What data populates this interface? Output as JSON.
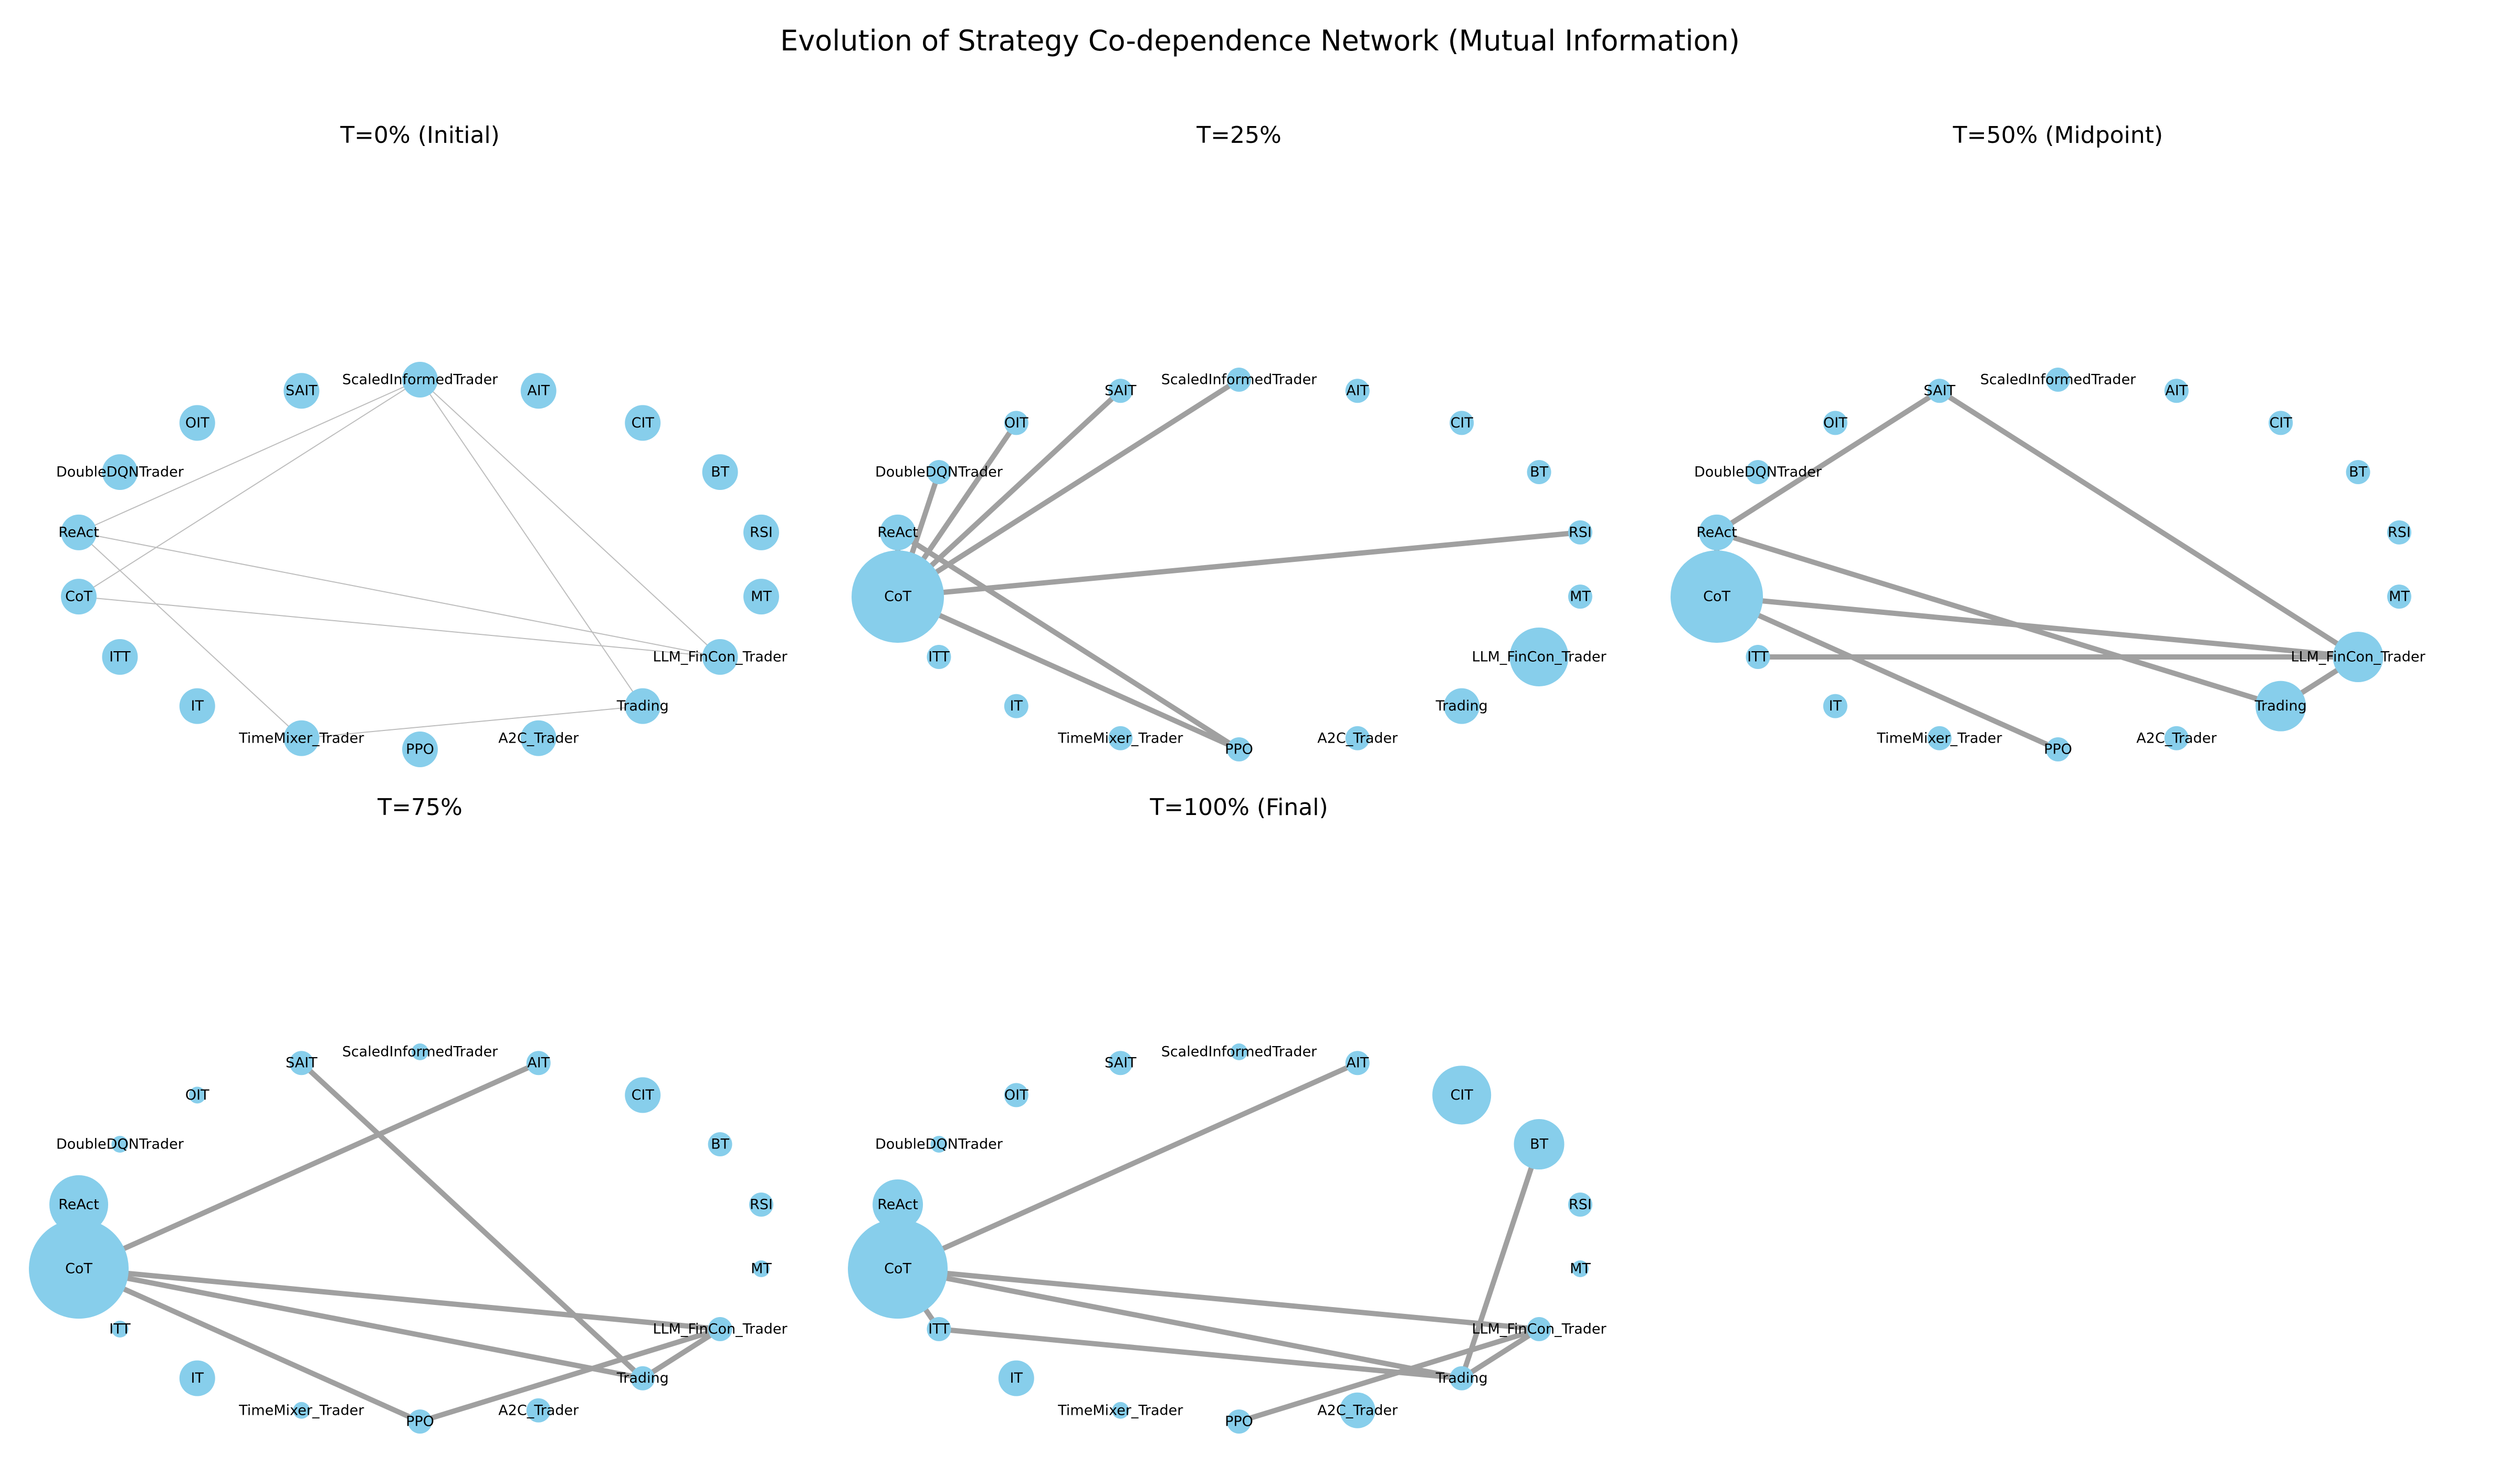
{
  "title": "Evolution of Strategy Co-dependence Network (Mutual Information)",
  "colors": {
    "node": "#87ceeb",
    "edge": "#a0a0a0",
    "thin_edge": "#bdbdbd",
    "text": "#000000",
    "background": "#ffffff"
  },
  "node_order": [
    "ScaledInformedTrader",
    "AIT",
    "CIT",
    "BT",
    "RSI",
    "MT",
    "LLM_FinCon_Trader",
    "Trading",
    "A2C_Trader",
    "PPO",
    "TimeMixer_Trader",
    "IT",
    "ITT",
    "CoT",
    "ReAct",
    "DoubleDQNTrader",
    "OIT",
    "SAIT"
  ],
  "panels": [
    {
      "title": "T=0% (Initial)",
      "node_sizes": {
        "ScaledInformedTrader": "medium",
        "AIT": "medium",
        "CIT": "medium",
        "BT": "medium",
        "RSI": "medium",
        "MT": "medium",
        "LLM_FinCon_Trader": "medium",
        "Trading": "medium",
        "A2C_Trader": "medium",
        "PPO": "medium",
        "TimeMixer_Trader": "medium",
        "IT": "medium",
        "ITT": "medium",
        "CoT": "medium",
        "ReAct": "medium",
        "DoubleDQNTrader": "medium",
        "OIT": "medium",
        "SAIT": "medium"
      },
      "edges": [
        {
          "source": "ScaledInformedTrader",
          "target": "ReAct",
          "weight": "thin"
        },
        {
          "source": "ScaledInformedTrader",
          "target": "CoT",
          "weight": "thin"
        },
        {
          "source": "ScaledInformedTrader",
          "target": "LLM_FinCon_Trader",
          "weight": "thin"
        },
        {
          "source": "ScaledInformedTrader",
          "target": "Trading",
          "weight": "thin"
        },
        {
          "source": "ReAct",
          "target": "LLM_FinCon_Trader",
          "weight": "thin"
        },
        {
          "source": "ReAct",
          "target": "TimeMixer_Trader",
          "weight": "thin"
        },
        {
          "source": "CoT",
          "target": "LLM_FinCon_Trader",
          "weight": "thin"
        },
        {
          "source": "Trading",
          "target": "TimeMixer_Trader",
          "weight": "thin"
        }
      ]
    },
    {
      "title": "T=25%",
      "node_sizes": {
        "ScaledInformedTrader": "small",
        "AIT": "small",
        "CIT": "small",
        "BT": "small",
        "RSI": "small",
        "MT": "small",
        "LLM_FinCon_Trader": "large",
        "Trading": "medium",
        "A2C_Trader": "small",
        "PPO": "small",
        "TimeMixer_Trader": "small",
        "IT": "small",
        "ITT": "small",
        "CoT": "xlarge",
        "ReAct": "medium",
        "DoubleDQNTrader": "small",
        "OIT": "small",
        "SAIT": "small"
      },
      "edges": [
        {
          "source": "CoT",
          "target": "ScaledInformedTrader",
          "weight": "thick"
        },
        {
          "source": "CoT",
          "target": "SAIT",
          "weight": "thick"
        },
        {
          "source": "CoT",
          "target": "OIT",
          "weight": "thick"
        },
        {
          "source": "CoT",
          "target": "DoubleDQNTrader",
          "weight": "thick"
        },
        {
          "source": "CoT",
          "target": "ReAct",
          "weight": "thick"
        },
        {
          "source": "CoT",
          "target": "RSI",
          "weight": "thick"
        },
        {
          "source": "CoT",
          "target": "PPO",
          "weight": "thick"
        },
        {
          "source": "ReAct",
          "target": "PPO",
          "weight": "thick"
        }
      ]
    },
    {
      "title": "T=50% (Midpoint)",
      "node_sizes": {
        "ScaledInformedTrader": "small",
        "AIT": "small",
        "CIT": "small",
        "BT": "small",
        "RSI": "small",
        "MT": "small",
        "LLM_FinCon_Trader": "medium-large",
        "Trading": "medium-large",
        "A2C_Trader": "small",
        "PPO": "small",
        "TimeMixer_Trader": "small",
        "IT": "small",
        "ITT": "small",
        "CoT": "xlarge",
        "ReAct": "medium",
        "DoubleDQNTrader": "small",
        "OIT": "small",
        "SAIT": "small"
      },
      "edges": [
        {
          "source": "SAIT",
          "target": "ReAct",
          "weight": "thick"
        },
        {
          "source": "SAIT",
          "target": "LLM_FinCon_Trader",
          "weight": "thick"
        },
        {
          "source": "ReAct",
          "target": "CoT",
          "weight": "thick"
        },
        {
          "source": "ReAct",
          "target": "Trading",
          "weight": "thick"
        },
        {
          "source": "CoT",
          "target": "LLM_FinCon_Trader",
          "weight": "thick"
        },
        {
          "source": "CoT",
          "target": "PPO",
          "weight": "thick"
        },
        {
          "source": "ITT",
          "target": "LLM_FinCon_Trader",
          "weight": "thick"
        },
        {
          "source": "LLM_FinCon_Trader",
          "target": "Trading",
          "weight": "thick"
        }
      ]
    },
    {
      "title": "T=75%",
      "node_sizes": {
        "ScaledInformedTrader": "tiny",
        "AIT": "small",
        "CIT": "medium",
        "BT": "small",
        "RSI": "small",
        "MT": "tiny",
        "LLM_FinCon_Trader": "small",
        "Trading": "small",
        "A2C_Trader": "small",
        "PPO": "small",
        "TimeMixer_Trader": "tiny",
        "IT": "medium",
        "ITT": "tiny",
        "CoT": "xxlarge",
        "ReAct": "large",
        "DoubleDQNTrader": "tiny",
        "OIT": "tiny",
        "SAIT": "small"
      },
      "edges": [
        {
          "source": "CoT",
          "target": "AIT",
          "weight": "thick"
        },
        {
          "source": "CoT",
          "target": "ReAct",
          "weight": "thick"
        },
        {
          "source": "CoT",
          "target": "LLM_FinCon_Trader",
          "weight": "thick"
        },
        {
          "source": "CoT",
          "target": "Trading",
          "weight": "thick"
        },
        {
          "source": "CoT",
          "target": "PPO",
          "weight": "thick"
        },
        {
          "source": "SAIT",
          "target": "Trading",
          "weight": "thick"
        },
        {
          "source": "PPO",
          "target": "LLM_FinCon_Trader",
          "weight": "thick"
        },
        {
          "source": "LLM_FinCon_Trader",
          "target": "Trading",
          "weight": "thick"
        }
      ]
    },
    {
      "title": "T=100% (Final)",
      "node_sizes": {
        "ScaledInformedTrader": "tiny",
        "AIT": "small",
        "CIT": "large",
        "BT": "medium-large",
        "RSI": "small",
        "MT": "tiny",
        "LLM_FinCon_Trader": "small",
        "Trading": "small",
        "A2C_Trader": "medium",
        "PPO": "small",
        "TimeMixer_Trader": "tiny",
        "IT": "medium",
        "ITT": "small",
        "CoT": "xxlarge",
        "ReAct": "medium-large",
        "DoubleDQNTrader": "tiny",
        "OIT": "small",
        "SAIT": "small"
      },
      "edges": [
        {
          "source": "CoT",
          "target": "AIT",
          "weight": "thick"
        },
        {
          "source": "CoT",
          "target": "LLM_FinCon_Trader",
          "weight": "thick"
        },
        {
          "source": "CoT",
          "target": "Trading",
          "weight": "thick"
        },
        {
          "source": "CoT",
          "target": "ITT",
          "weight": "thick"
        },
        {
          "source": "ITT",
          "target": "Trading",
          "weight": "thick"
        },
        {
          "source": "BT",
          "target": "Trading",
          "weight": "thick"
        },
        {
          "source": "PPO",
          "target": "LLM_FinCon_Trader",
          "weight": "thick"
        },
        {
          "source": "LLM_FinCon_Trader",
          "target": "Trading",
          "weight": "thick"
        }
      ]
    }
  ]
}
